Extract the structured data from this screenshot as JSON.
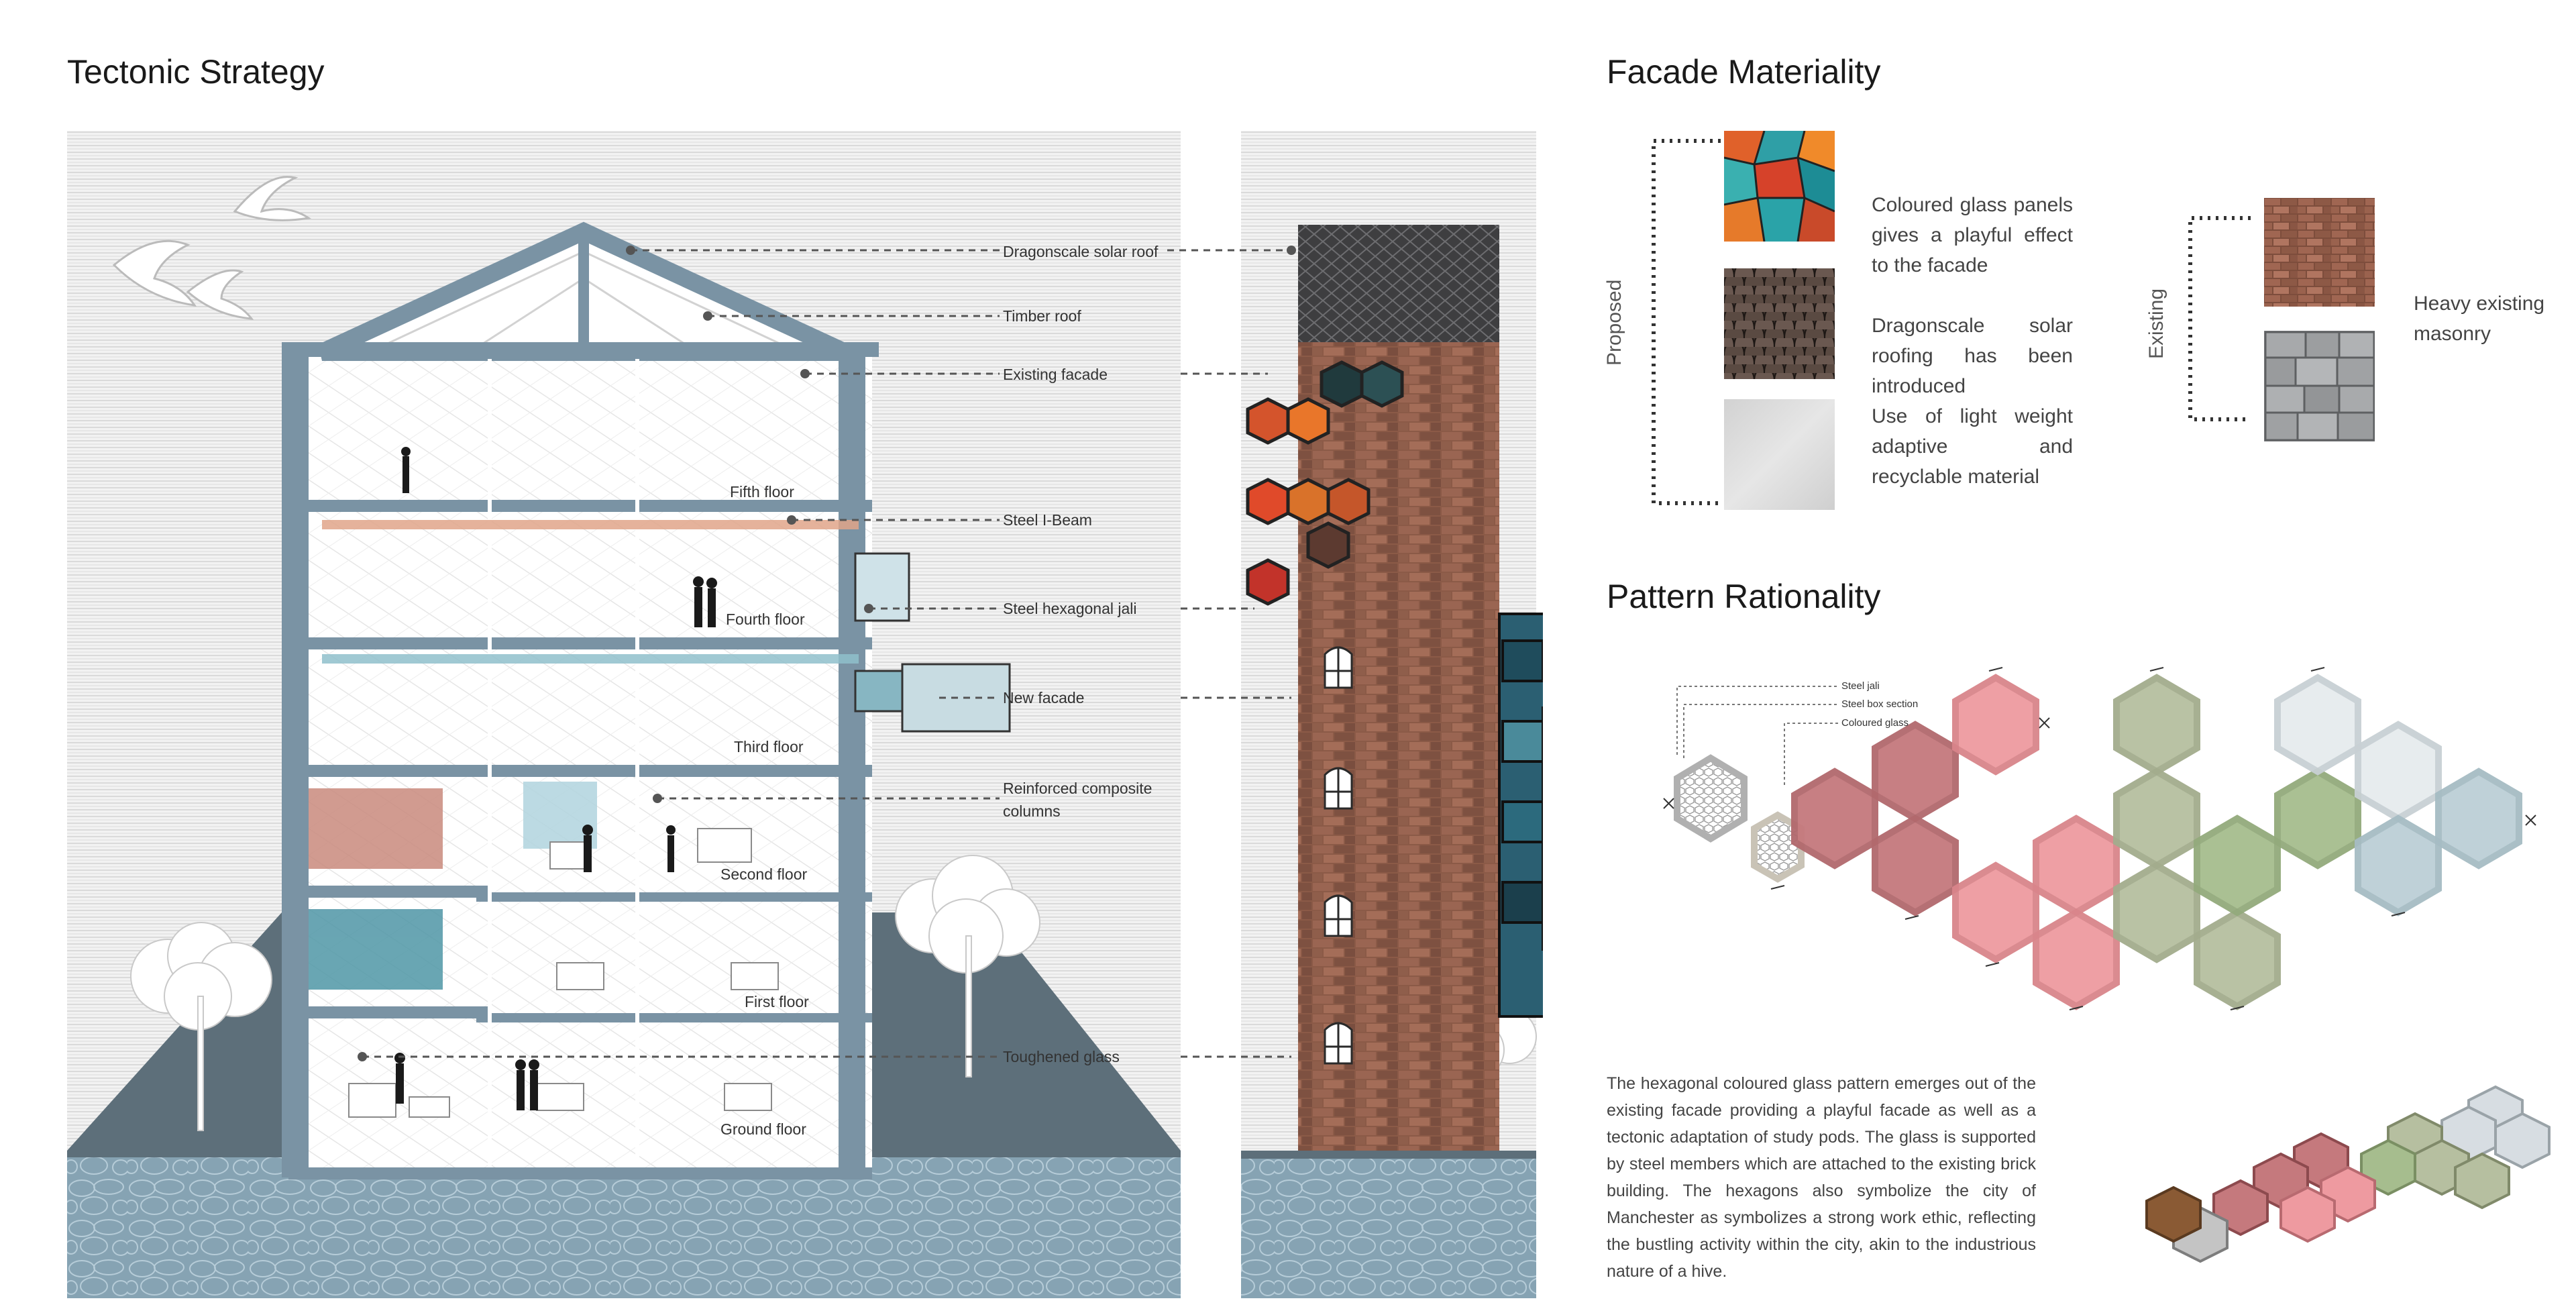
{
  "tectonic": {
    "title": "Tectonic Strategy",
    "labels": [
      "Dragonscale solar roof",
      "Timber roof",
      "Existing facade",
      "Steel I-Beam",
      "Steel hexagonal jali",
      "New facade",
      "Reinforced composite",
      "columns",
      "Toughened glass"
    ],
    "floors": [
      "Fifth floor",
      "Fourth floor",
      "Third floor",
      "Second floor",
      "First floor",
      "Ground floor"
    ]
  },
  "facade": {
    "title": "Facade Materiality",
    "proposed_label": "Proposed",
    "existing_label": "Existing",
    "proposed_text": [
      "Coloured glass panels gives a playful effect to the facade",
      "Dragonscale solar roofing has been introduced",
      "Use of light weight adaptive and recyclable material"
    ],
    "existing_text": "Heavy existing masonry"
  },
  "pattern": {
    "title": "Pattern Rationality",
    "legend": [
      "Steel jali",
      "Steel box section",
      "Coloured glass"
    ],
    "paragraph": "The hexagonal coloured glass pattern emerges out of the existing facade providing a playful facade as well as a tectonic adaptation of study pods. The glass is supported by steel members which are attached to the existing brick building. The hexagons also symbolize the city of Manchester as symbolizes a strong work ethic, reflecting the bustling activity within the city, akin to the industrious nature of a hive."
  },
  "colors": {
    "structure": "#7a93a4",
    "ground": "#5c6f7a",
    "water": "#86a3b3",
    "brick": "#8a5a48",
    "hex_red": "#c5797d",
    "hex_pink": "#ee9aa0",
    "hex_olive": "#b6bfa0",
    "hex_green": "#a6bd8e",
    "hex_blue": "#bccfd6"
  }
}
